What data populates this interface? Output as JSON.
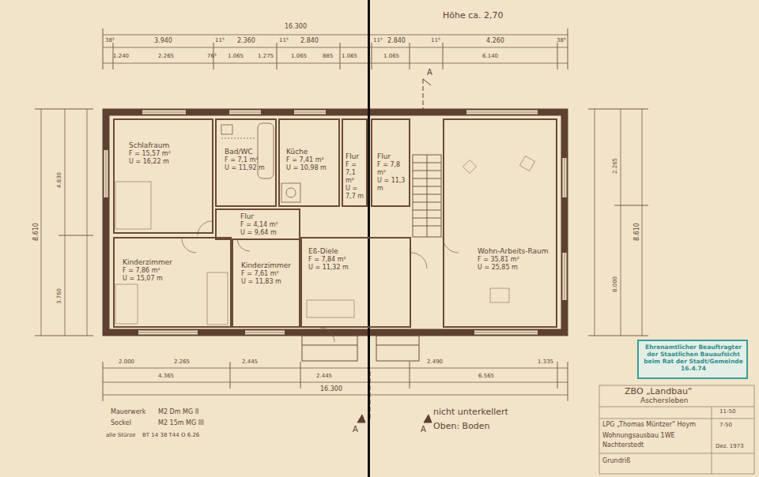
{
  "diagram": {
    "nodes": [
      {
        "text": [
          "Schlafraum",
          "F = 15,57 m²",
          "U = 16,22 m"
        ]
      },
      {
        "text": [
          "Bad/WC",
          "F = 7,1 m²",
          "U = 11,92 m"
        ]
      },
      {
        "text": [
          "Küche",
          "F = 7,41 m²",
          "U = 10,98 m"
        ]
      },
      {
        "text": [
          "Flur",
          "F = 7,1 m²",
          "U = 7,7 m"
        ]
      },
      {
        "text": [
          "Flur",
          "F = 7,8 m²",
          "U = 11,3 m"
        ]
      },
      {
        "text": [
          "Flur",
          "F = 4,14 m²",
          "U = 9,64 m"
        ]
      },
      {
        "text": [
          "Kinderzimmer",
          "F = 7,86 m²",
          "U = 15,07 m"
        ]
      },
      {
        "text": [
          "Kinderzimmer",
          "F = 7,61 m²",
          "U = 11,83 m"
        ]
      },
      {
        "text": [
          "Eß-Diele",
          "F = 7,84 m²",
          "U = 11,32 m"
        ]
      },
      {
        "text": [
          "Wohn-Arbeits-Raum",
          "F = 35,81 m²",
          "U = 25,85 m"
        ]
      },
      {
        "text": [
          "Ehrenamtlicher Beauftragter der Staatlichen Bauaufsicht beim Rat der Stadt/Gemeinde",
          "16.4.74"
        ]
      }
    ],
    "labels": [
      "Höhe ca. 2,70",
      "16.300",
      "38⁵",
      "3.940",
      "11⁵",
      "2.360",
      "11⁵",
      "2.840",
      "11⁵",
      "2.840",
      "11⁵",
      "4.260",
      "38⁵",
      "1.240",
      "2.265",
      "76⁵",
      "1.065",
      "1.275",
      "1.065",
      "885",
      "1.065",
      "1.065",
      "6.140",
      "2.000",
      "2.265",
      "2.445",
      "2.490",
      "1.335",
      "4.365",
      "2.445",
      "6.565",
      "16.300",
      "8.610",
      "4.830",
      "3.760",
      "8.610",
      "8.000",
      "2.265",
      "A",
      "A",
      "A",
      "Mauerwerk",
      "M2 Dm MG II",
      "Sockel",
      "M2 15m MG III",
      "alle Stürze",
      "BT 14 38 T44 O 6.26",
      "nicht unterkellert",
      "Oben: Boden",
      "ZBO „Landbau“",
      "Aschersleben",
      "LPG „Thomas Müntzer“ Hoym",
      "Wohnungsausbau 1WE",
      "Nachterstedt",
      "Grundriß",
      "11-50",
      "7-50",
      "Dez. 1973"
    ]
  }
}
